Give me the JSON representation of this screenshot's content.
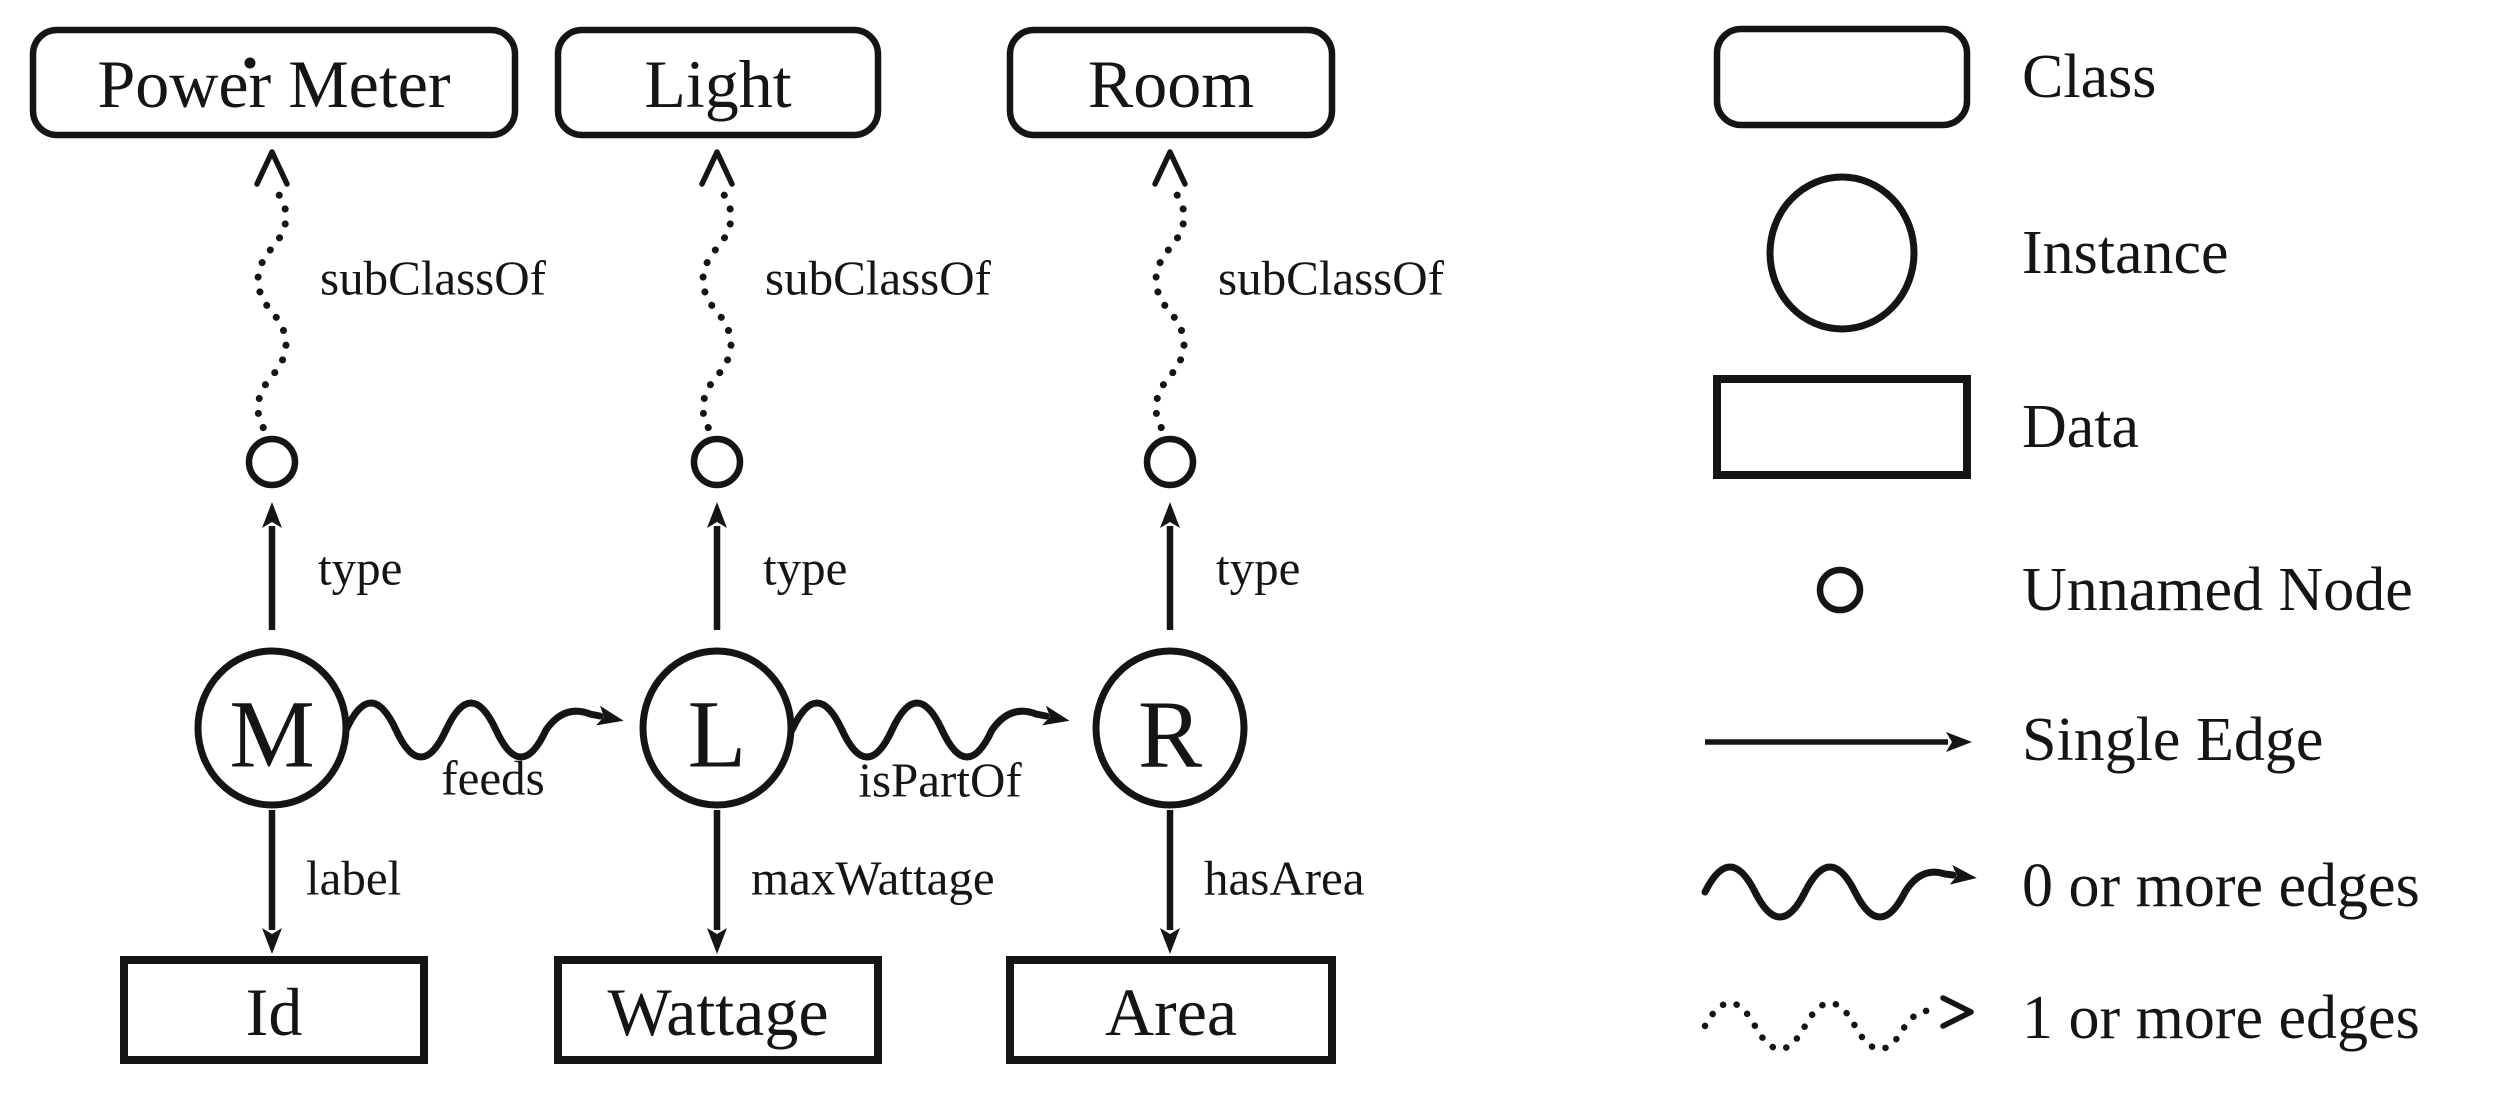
{
  "colors": {
    "ink": "#151515",
    "background": "#ffffff"
  },
  "diagram": {
    "class_nodes": [
      {
        "label": "Power Meter"
      },
      {
        "label": "Light"
      },
      {
        "label": "Room"
      }
    ],
    "subclass_edges": [
      {
        "label": "subClassOf"
      },
      {
        "label": "subClassOf"
      },
      {
        "label": "subClassOf"
      }
    ],
    "type_edges": [
      {
        "label": "type"
      },
      {
        "label": "type"
      },
      {
        "label": "type"
      }
    ],
    "instance_nodes": [
      {
        "label": "M"
      },
      {
        "label": "L"
      },
      {
        "label": "R"
      }
    ],
    "instance_edges": [
      {
        "label": "feeds"
      },
      {
        "label": "isPartOf"
      }
    ],
    "data_edges": [
      {
        "label": "label"
      },
      {
        "label": "maxWattage"
      },
      {
        "label": "hasArea"
      }
    ],
    "data_nodes": [
      {
        "label": "Id"
      },
      {
        "label": "Wattage"
      },
      {
        "label": "Area"
      }
    ]
  },
  "legend": {
    "items": [
      {
        "symbol": "class-shape",
        "label": "Class"
      },
      {
        "symbol": "instance-shape",
        "label": "Instance"
      },
      {
        "symbol": "data-shape",
        "label": "Data"
      },
      {
        "symbol": "unnamed-node-shape",
        "label": "Unnamed Node"
      },
      {
        "symbol": "single-edge-arrow",
        "label": "Single Edge"
      },
      {
        "symbol": "zero-or-more-edges-arrow",
        "label": "0 or more edges"
      },
      {
        "symbol": "one-or-more-edges-arrow",
        "label": "1 or more edges"
      }
    ]
  }
}
